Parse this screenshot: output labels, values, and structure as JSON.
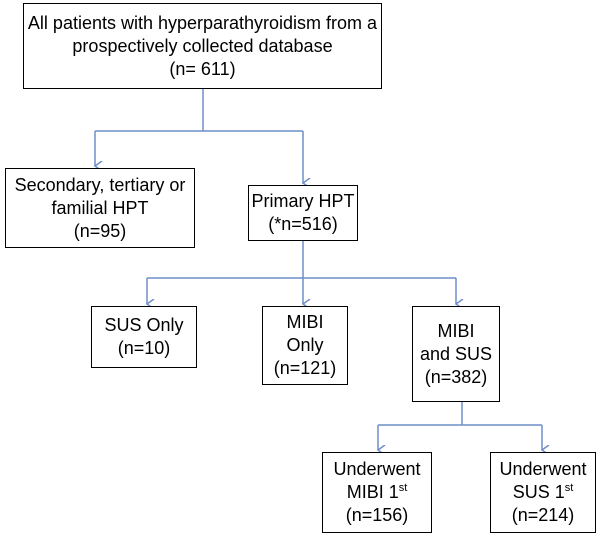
{
  "nodes": {
    "all_patients": {
      "line1": "All patients with hyperparathyroidism from a",
      "line2": "prospectively collected database",
      "count": "(n= 611)"
    },
    "secondary": {
      "line1": "Secondary, tertiary or",
      "line2": "familial HPT",
      "count": "(n=95)"
    },
    "primary": {
      "line1": "Primary HPT",
      "count": "(*n=516)"
    },
    "sus_only": {
      "line1": "SUS Only",
      "count": "(n=10)"
    },
    "mibi_only": {
      "line1": "MIBI",
      "line2": "Only",
      "count": "(n=121)"
    },
    "mibi_and_sus": {
      "line1": "MIBI",
      "line2": "and SUS",
      "count": "(n=382)"
    },
    "mibi_first": {
      "line1": "Underwent",
      "line2": "MIBI 1",
      "sup": "st",
      "count": "(n=156)"
    },
    "sus_first": {
      "line1": "Underwent",
      "line2": "SUS 1",
      "sup": "st",
      "count": "(n=214)"
    }
  },
  "edges": [
    {
      "from": "all_patients",
      "to": "secondary"
    },
    {
      "from": "all_patients",
      "to": "primary"
    },
    {
      "from": "primary",
      "to": "sus_only"
    },
    {
      "from": "primary",
      "to": "mibi_only"
    },
    {
      "from": "primary",
      "to": "mibi_and_sus"
    },
    {
      "from": "mibi_and_sus",
      "to": "mibi_first"
    },
    {
      "from": "mibi_and_sus",
      "to": "sus_first"
    }
  ],
  "colors": {
    "connector": "#6f8fc9",
    "box_border": "#000000"
  }
}
